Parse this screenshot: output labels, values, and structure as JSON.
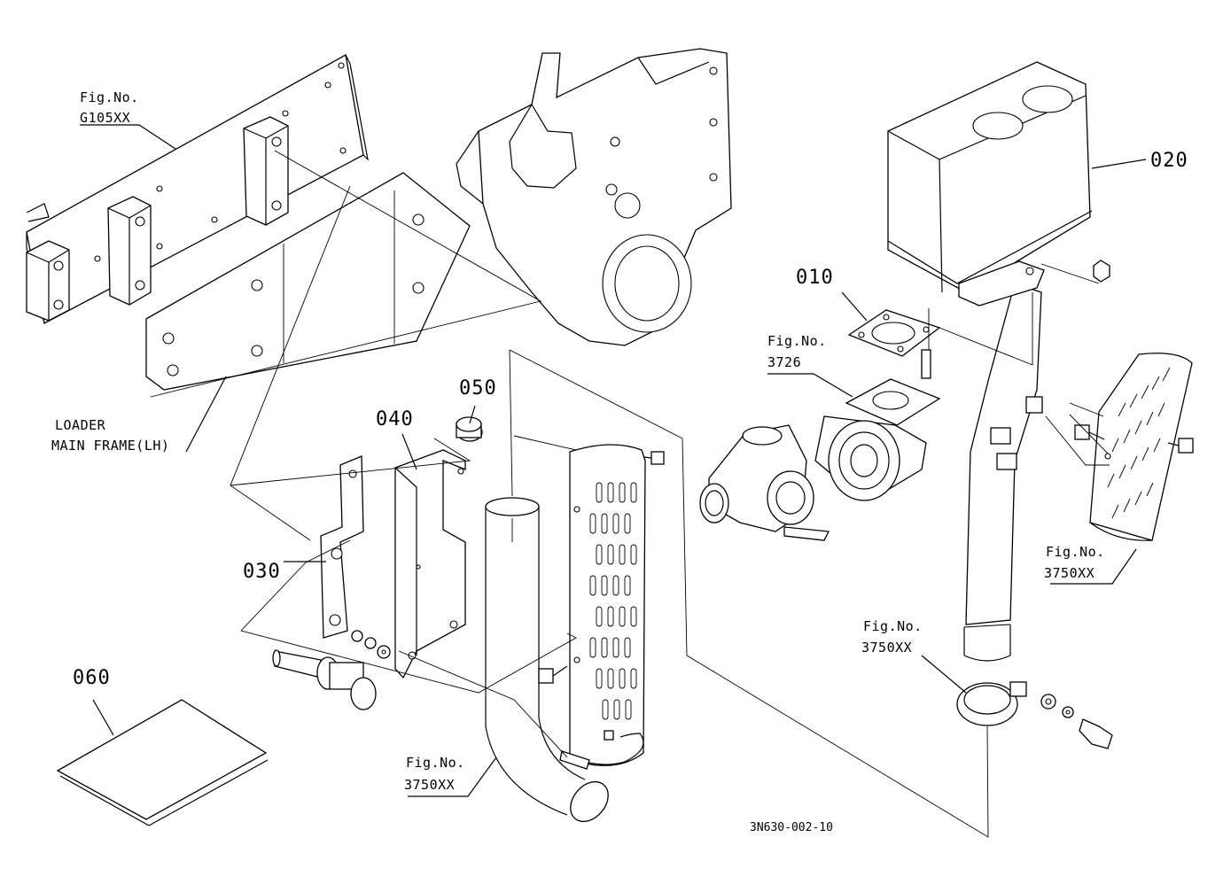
{
  "diagram": {
    "drawing_code": "3N630-002-10",
    "parts": [
      {
        "no": "010"
      },
      {
        "no": "020"
      },
      {
        "no": "030"
      },
      {
        "no": "040"
      },
      {
        "no": "050"
      },
      {
        "no": "060"
      }
    ],
    "refs": {
      "fig_label": "Fig.No.",
      "frame_fig": "G105XX",
      "loader_line1": "LOADER",
      "loader_line2": "MAIN FRAME(LH)",
      "turbo_fig": "3726",
      "cover_fig": "3750XX",
      "clamp_fig": "3750XX",
      "pipe_fig": "3750XX"
    }
  }
}
